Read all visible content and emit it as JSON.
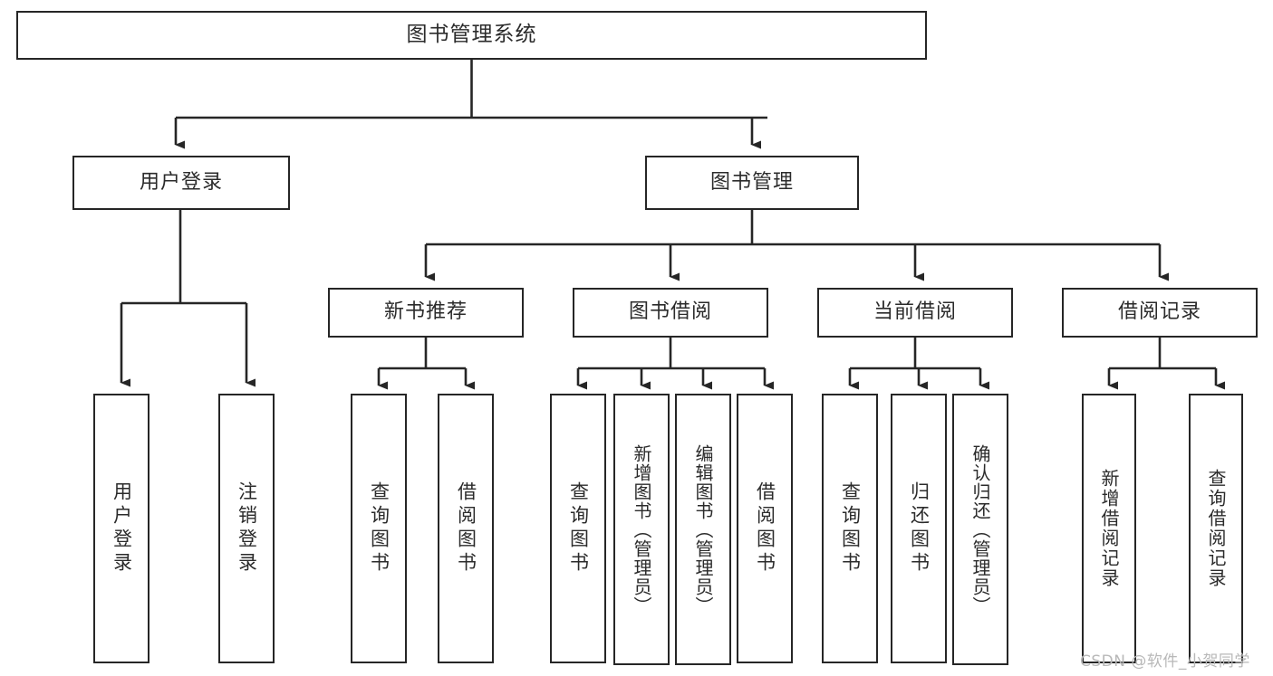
{
  "diagram": {
    "type": "tree-hierarchy",
    "title": "图书管理系统",
    "watermark": "CSDN @软件_小贺同学",
    "colors": {
      "box_border": "#262626",
      "box_fill": "#ffffff",
      "connector": "#262626",
      "text": "#2b2b2b",
      "watermark": "#b8b8b8",
      "background": "#ffffff"
    },
    "nodes": {
      "root": {
        "label": "图书管理系统"
      },
      "level2": [
        {
          "label": "用户登录"
        },
        {
          "label": "图书管理"
        }
      ],
      "level3": [
        {
          "label": "新书推荐"
        },
        {
          "label": "图书借阅"
        },
        {
          "label": "当前借阅"
        },
        {
          "label": "借阅记录"
        }
      ],
      "leaves": {
        "user_login": [
          {
            "label": "用户登录"
          },
          {
            "label": "注销登录"
          }
        ],
        "new_book_recommend": [
          {
            "label": "查询图书"
          },
          {
            "label": "借阅图书"
          }
        ],
        "book_borrow": [
          {
            "label": "查询图书"
          },
          {
            "label": "新增图书（管理员）"
          },
          {
            "label": "编辑图书（管理员）"
          },
          {
            "label": "借阅图书"
          }
        ],
        "current_borrow": [
          {
            "label": "查询图书"
          },
          {
            "label": "归还图书"
          },
          {
            "label": "确认归还（管理员）"
          }
        ],
        "borrow_record": [
          {
            "label": "新增借阅记录"
          },
          {
            "label": "查询借阅记录"
          }
        ]
      }
    }
  }
}
